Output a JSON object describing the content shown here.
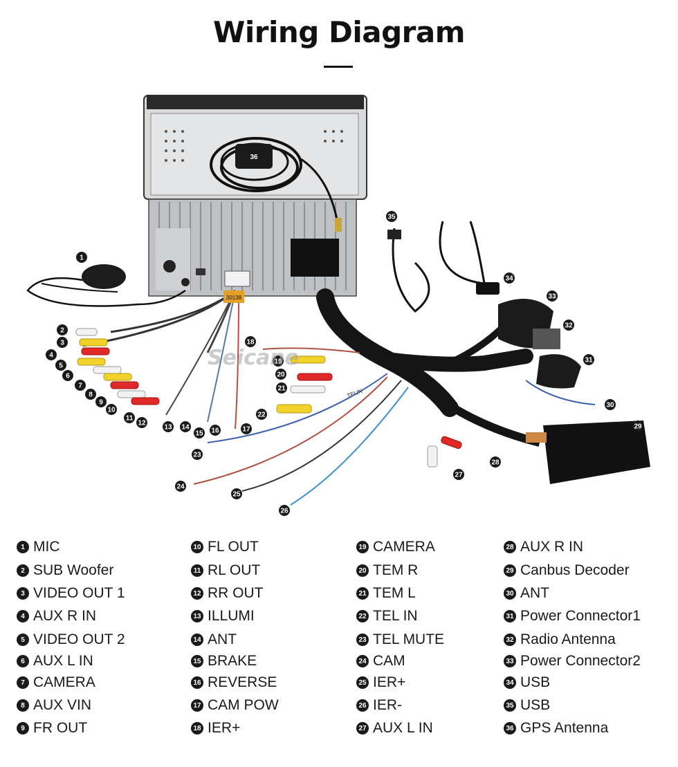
{
  "title": "Wiring Diagram",
  "watermark": "Seicane",
  "photo": {
    "gps_label": "36",
    "harness_tag": "30138",
    "tel_label": "TELIN"
  },
  "callouts": [
    "1",
    "2",
    "3",
    "4",
    "5",
    "6",
    "7",
    "8",
    "9",
    "10",
    "11",
    "12",
    "13",
    "14",
    "15",
    "16",
    "17",
    "18",
    "19",
    "20",
    "21",
    "22",
    "23",
    "24",
    "25",
    "26",
    "27",
    "28",
    "29",
    "30",
    "31",
    "32",
    "33",
    "34",
    "35"
  ],
  "legend": [
    {
      "num": "1",
      "label": "MIC"
    },
    {
      "num": "2",
      "label": "SUB Woofer"
    },
    {
      "num": "3",
      "label": "VIDEO OUT 1"
    },
    {
      "num": "4",
      "label": "AUX R IN"
    },
    {
      "num": "5",
      "label": "VIDEO OUT 2"
    },
    {
      "num": "6",
      "label": "AUX L IN"
    },
    {
      "num": "7",
      "label": "CAMERA"
    },
    {
      "num": "8",
      "label": "AUX VIN"
    },
    {
      "num": "9",
      "label": "FR OUT"
    },
    {
      "num": "10",
      "label": "FL OUT"
    },
    {
      "num": "11",
      "label": "RL OUT"
    },
    {
      "num": "12",
      "label": "RR OUT"
    },
    {
      "num": "13",
      "label": "ILLUMI"
    },
    {
      "num": "14",
      "label": "ANT"
    },
    {
      "num": "15",
      "label": "BRAKE"
    },
    {
      "num": "16",
      "label": "REVERSE"
    },
    {
      "num": "17",
      "label": "CAM POW"
    },
    {
      "num": "18",
      "label": "IER+"
    },
    {
      "num": "19",
      "label": "CAMERA"
    },
    {
      "num": "20",
      "label": "TEM R"
    },
    {
      "num": "21",
      "label": "TEM L"
    },
    {
      "num": "22",
      "label": "TEL IN"
    },
    {
      "num": "23",
      "label": "TEL MUTE"
    },
    {
      "num": "24",
      "label": "CAM"
    },
    {
      "num": "25",
      "label": "IER+"
    },
    {
      "num": "26",
      "label": "IER-"
    },
    {
      "num": "27",
      "label": "AUX L IN"
    },
    {
      "num": "28",
      "label": "AUX R IN"
    },
    {
      "num": "29",
      "label": "Canbus Decoder"
    },
    {
      "num": "30",
      "label": "ANT"
    },
    {
      "num": "31",
      "label": "Power Connector1"
    },
    {
      "num": "32",
      "label": "Radio Antenna"
    },
    {
      "num": "33",
      "label": "Power Connector2"
    },
    {
      "num": "34",
      "label": "USB"
    },
    {
      "num": "35",
      "label": "USB"
    },
    {
      "num": "36",
      "label": "GPS Antenna"
    }
  ]
}
